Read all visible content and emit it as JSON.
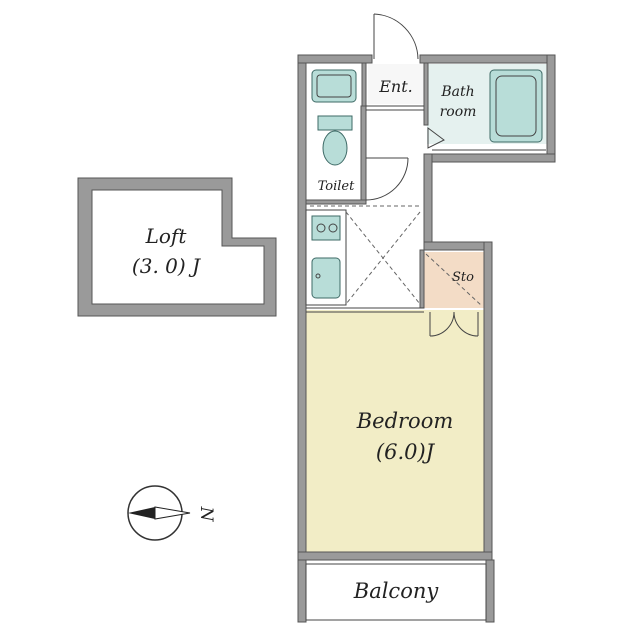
{
  "rooms": {
    "entrance": "Ent.",
    "bathroom_line1": "Bath",
    "bathroom_line2": "room",
    "toilet": "Toilet",
    "storage": "Sto",
    "bedroom": "Bedroom",
    "bedroom_size": "(6.0)J",
    "loft": "Loft",
    "loft_size": "(3. 0) J",
    "balcony": "Balcony"
  },
  "compass": {
    "north_label": "N"
  },
  "colors": {
    "bedroom_floor": "#f2edc6",
    "storage_floor": "#f3dcc6",
    "fixture_fill": "#b8ddd8",
    "wall": "#9a9a9a"
  }
}
